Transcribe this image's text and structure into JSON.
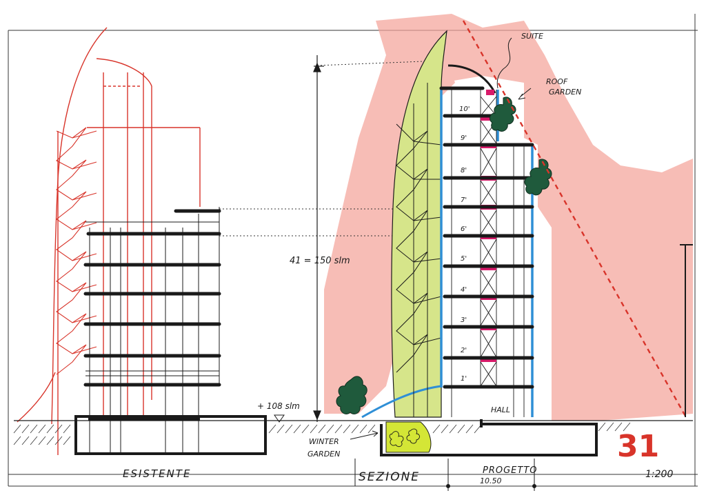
{
  "labels": {
    "suite": "SUITE",
    "roof_garden_1": "ROOF",
    "roof_garden_2": "GARDEN",
    "height": "41 = 150 slm",
    "ground_level": "+ 108 slm",
    "winter_garden_1": "WINTER",
    "winter_garden_2": "GARDEN",
    "hall": "HALL",
    "existing": "ESISTENTE",
    "section": "SEZIONE",
    "project": "PROGETTO",
    "dimension": "10.50",
    "scale": "1:200",
    "sheet_number": "31"
  },
  "floors": [
    "1'",
    "2'",
    "3'",
    "4'",
    "5'",
    "6'",
    "7'",
    "8'",
    "9'",
    "10'"
  ],
  "colors": {
    "ink": "#1a1a1a",
    "red_ink": "#d8342a",
    "pink_wash": "#f4a49a",
    "green_wash": "#d6e58a",
    "blue": "#2f8fd6",
    "magenta": "#d81b6a",
    "tree": "#1f5a3c",
    "winter_garden": "#d4e636"
  }
}
